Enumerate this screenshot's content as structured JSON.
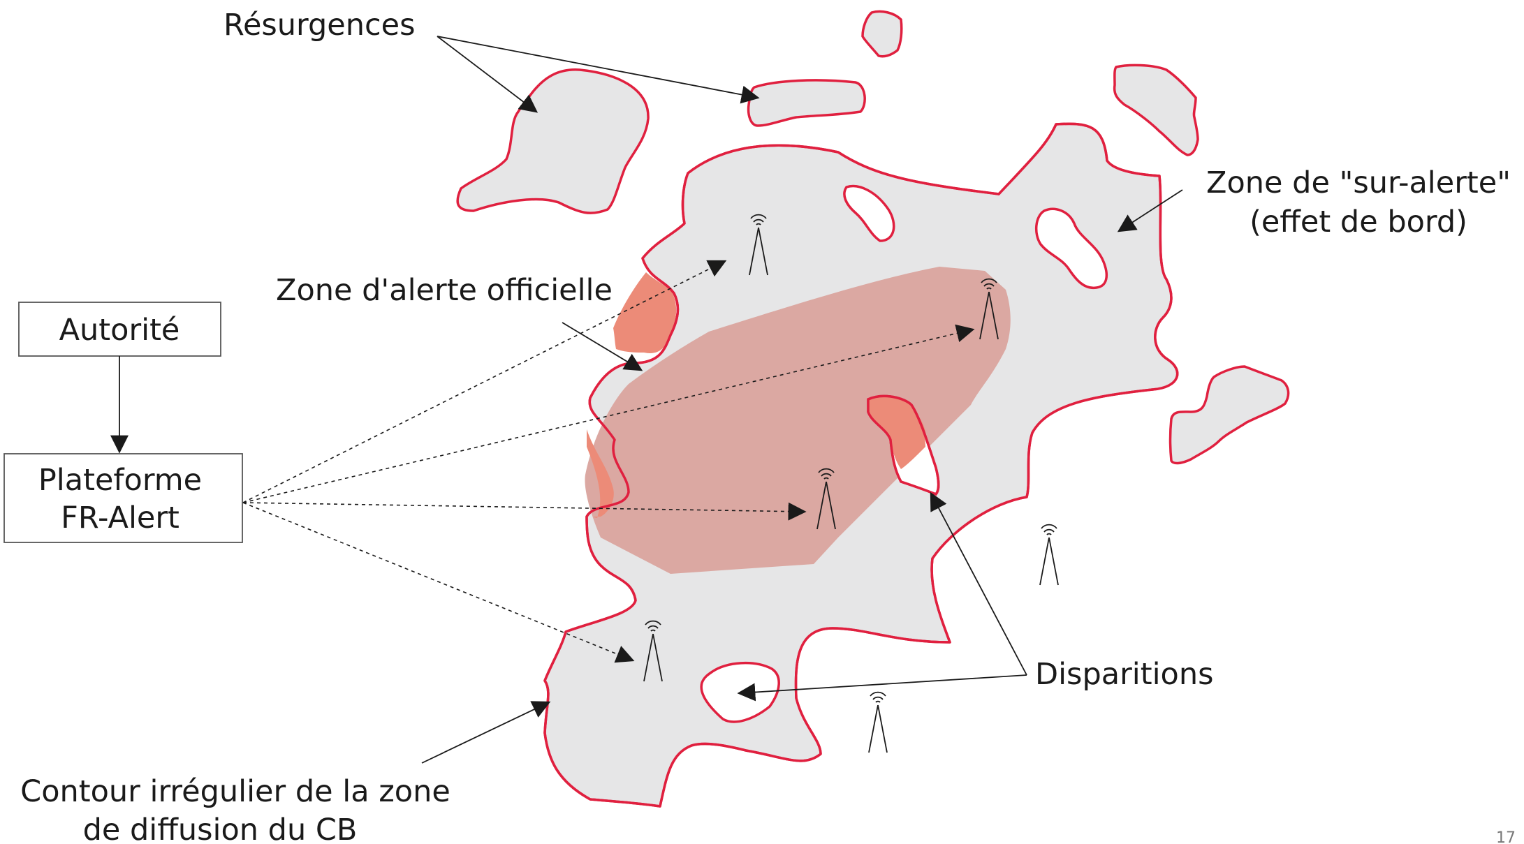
{
  "boxes": {
    "authority": "Autorité",
    "platform_line1": "Plateforme",
    "platform_line2": "FR-Alert"
  },
  "annotations": {
    "resurgences": "Résurgences",
    "official_zone": "Zone d'alerte officielle",
    "over_alert_line1": "Zone de \"sur-alerte\"",
    "over_alert_line2": "(effet de bord)",
    "disappearances": "Disparitions",
    "contour_line1": "Contour irrégulier de la zone",
    "contour_line2": "de diffusion du CB"
  },
  "page_number": "17",
  "colors": {
    "broadcast_fill": "#e6e6e7",
    "broadcast_outline": "#e0203f",
    "official_zone_fill": "#dba8a2",
    "overlap_fill": "#ec8b78",
    "text": "#1a1a1a",
    "arrow": "#1a1a1a"
  },
  "icons": {
    "antenna": "cell-antenna-icon"
  }
}
